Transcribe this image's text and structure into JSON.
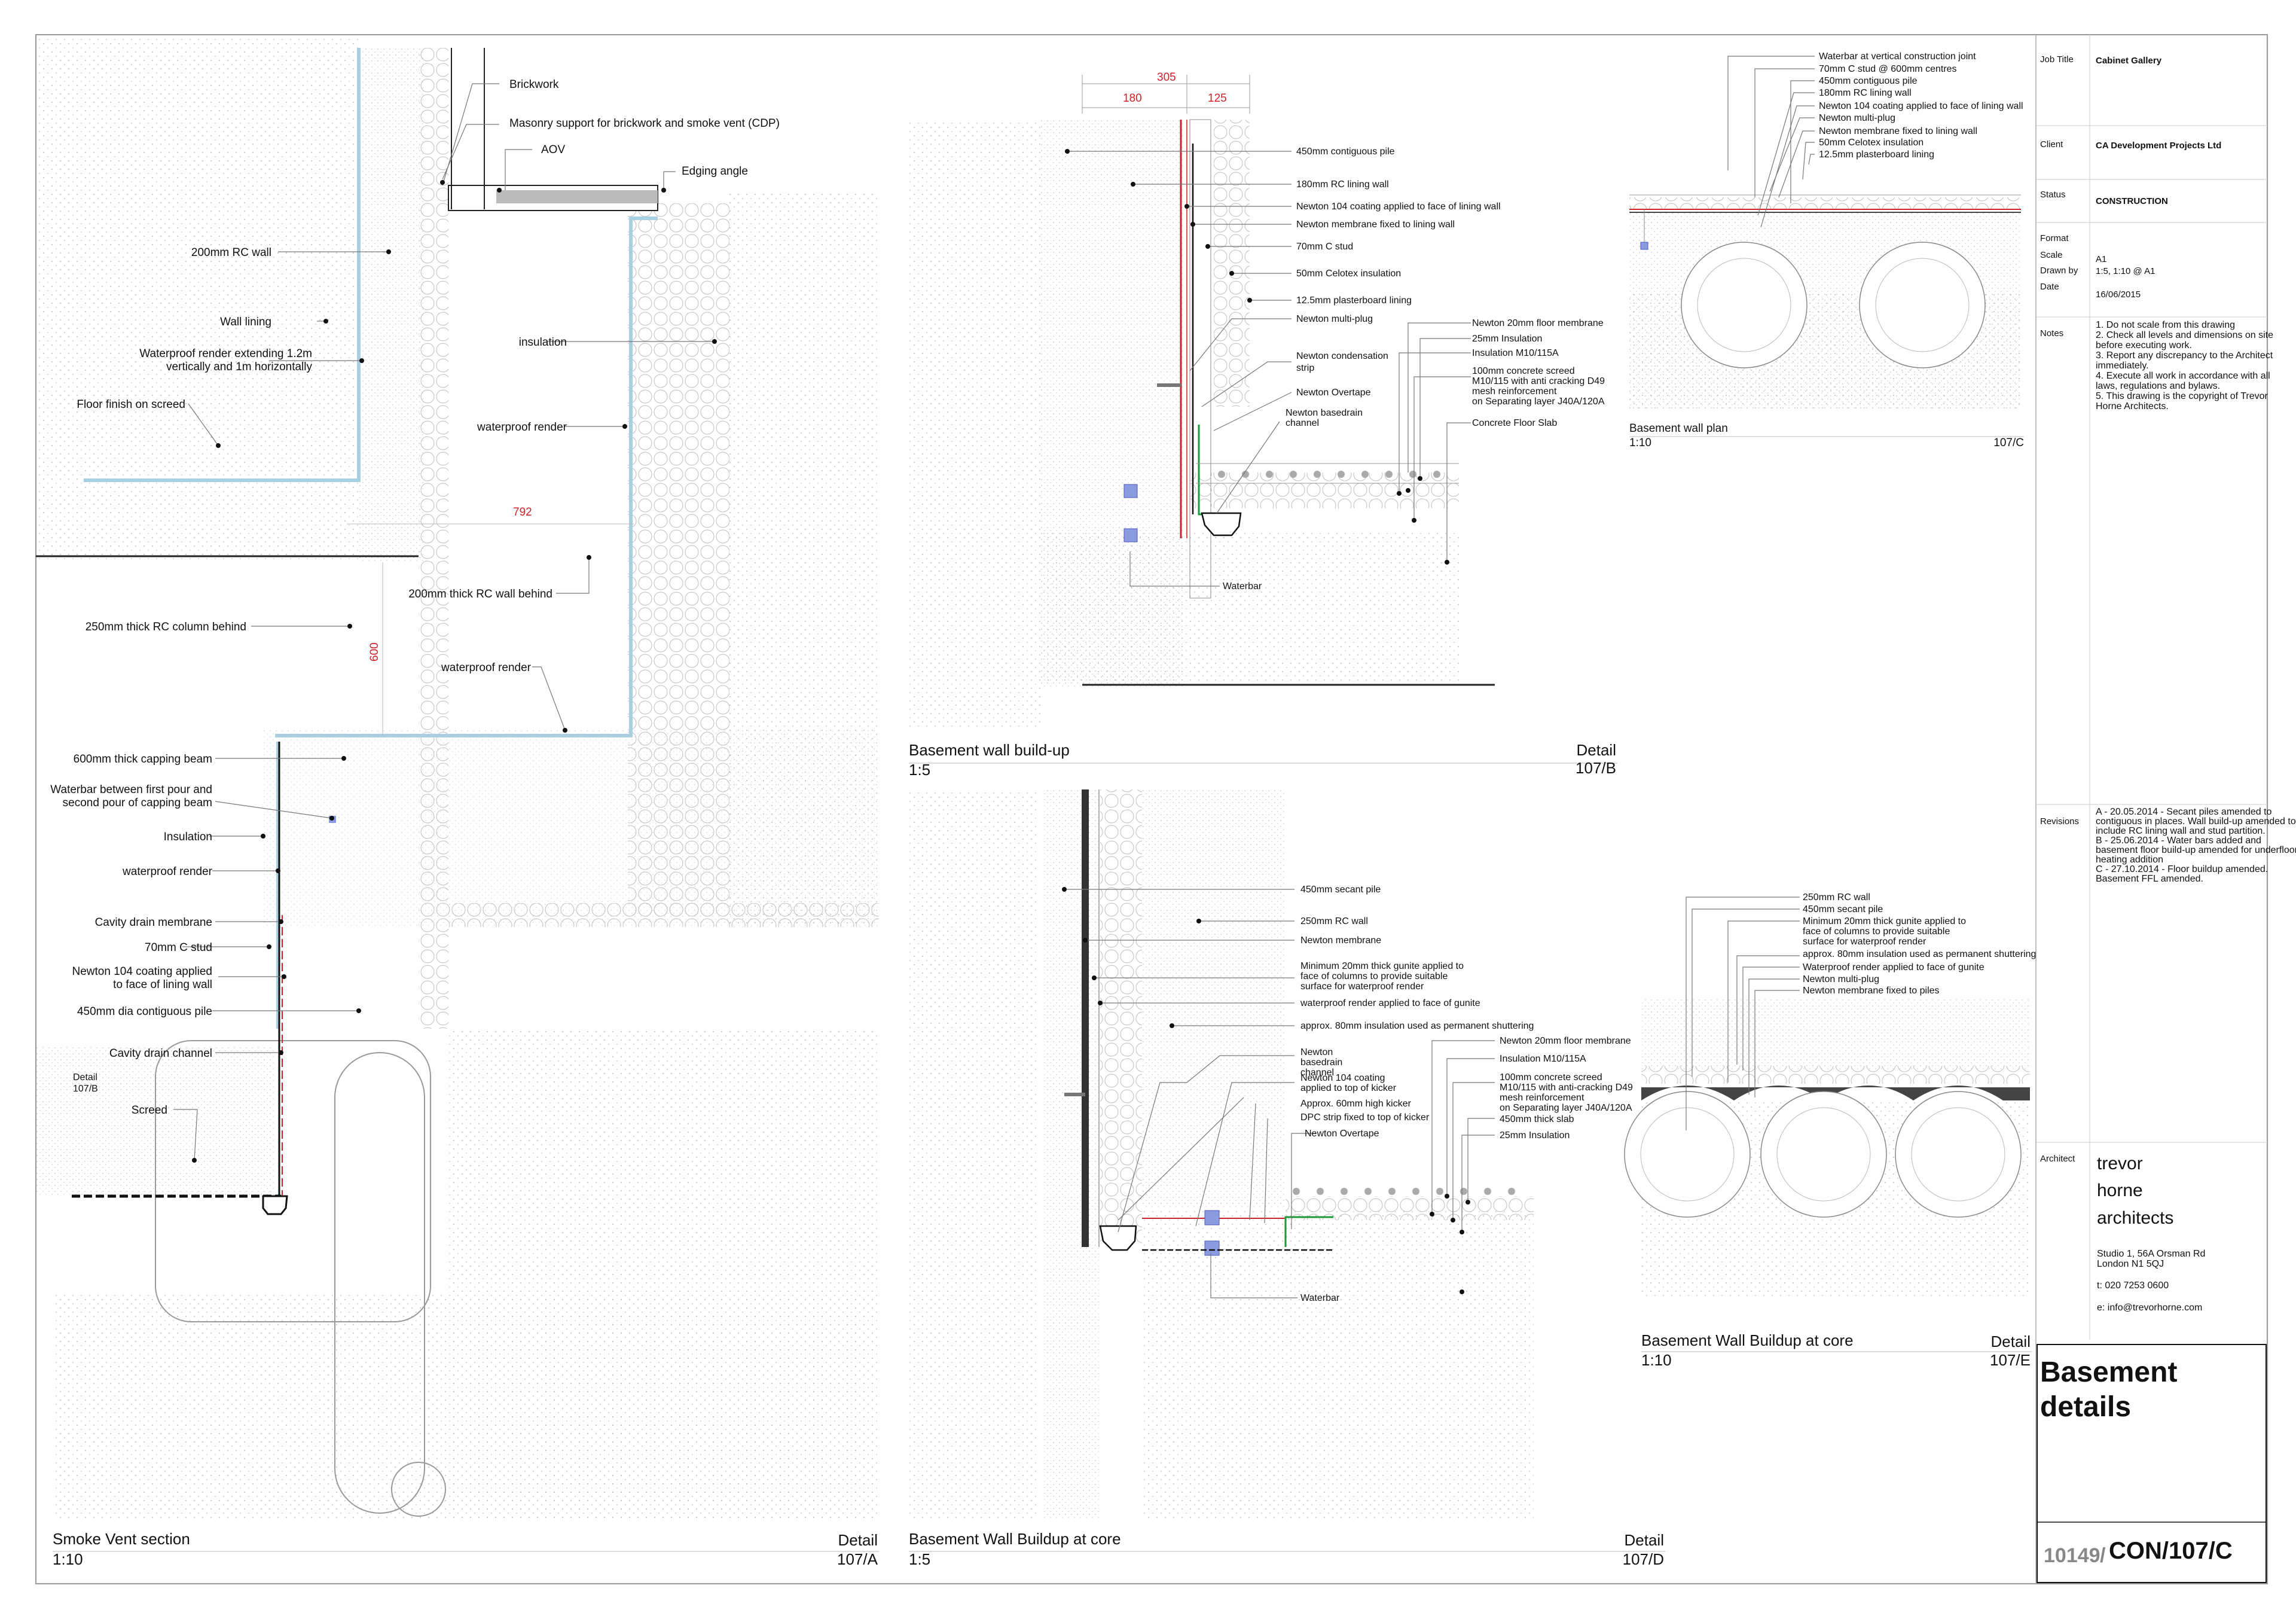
{
  "title_block": {
    "job_title_label": "Job Title",
    "job_title": "Cabinet Gallery",
    "client_label": "Client",
    "client": "CA Development Projects Ltd",
    "status_label": "Status",
    "status": "CONSTRUCTION",
    "format_label": "Format",
    "format": "A1",
    "scale_label": "Scale",
    "scale": "1:5, 1:10 @ A1",
    "drawn_by_label": "Drawn by",
    "date_label": "Date",
    "date": "16/06/2015",
    "notes_label": "Notes",
    "notes": [
      "1. Do not scale from this drawing",
      "2. Check all levels and dimensions on site",
      "before executing work.",
      "3. Report any discrepancy to the Architect",
      "immediately.",
      "4. Execute all work in accordance with all",
      "laws, regulations and bylaws.",
      "5. This drawing is the copyright of Trevor",
      "Horne Architects."
    ],
    "revisions_label": "Revisions",
    "revisions": [
      "A - 20.05.2014 - Secant piles amended to",
      "contiguous in places. Wall build-up amended to",
      "include RC lining wall and stud partition.",
      "B - 25.06.2014 - Water bars added and",
      "basement floor build-up amended for underfloor",
      "heating addition",
      "C - 27.10.2014 - Floor buildup amended.",
      "Basement FFL amended."
    ],
    "architect_label": "Architect",
    "architect_lines": [
      "trevor",
      "horne",
      "architects"
    ],
    "address": [
      "Studio 1, 56A Orsman Rd",
      "London  N1 5QJ"
    ],
    "tel": "t: 020 7253 0600",
    "email": "e: info@trevorhorne.com",
    "drawing_title": [
      "Basement",
      "details"
    ],
    "job_number": "10149",
    "drawing_number_sep": "/",
    "drawing_number": "CON/107/C"
  },
  "details": {
    "a": {
      "title": "Smoke Vent section",
      "scale": "1:10",
      "ref_label": "Detail",
      "ref": "107/A",
      "dims": [
        "792",
        "600"
      ],
      "labels": [
        "Brickwork",
        "Masonry support for brickwork and smoke vent (CDP)",
        "AOV",
        "Edging angle",
        "200mm RC wall",
        "Wall lining",
        "Waterproof render extending 1.2m",
        "vertically and 1m horizontally",
        "Floor finish on screed",
        "insulation",
        "waterproof render",
        "200mm thick RC wall behind",
        "250mm thick RC column behind",
        "waterproof render",
        "600mm thick capping beam",
        "Waterbar between first pour and",
        "second pour of capping beam",
        "Insulation",
        "waterproof render",
        "Cavity drain membrane",
        "70mm C stud",
        "Newton 104 coating applied",
        "to face of lining wall",
        "450mm dia contiguous pile",
        "Cavity drain channel",
        "Detail",
        "107/B",
        "Screed"
      ]
    },
    "b": {
      "title": "Basement wall build-up",
      "scale": "1:5",
      "ref_label": "Detail",
      "ref": "107/B",
      "dims": [
        "305",
        "180",
        "125"
      ],
      "labels": [
        "450mm contiguous pile",
        "180mm RC lining wall",
        "Newton 104 coating applied to face of lining wall",
        "Newton membrane fixed to lining wall",
        "70mm C stud",
        "50mm Celotex insulation",
        "12.5mm plasterboard lining",
        "Newton multi-plug",
        "Newton condensation",
        "strip",
        "Newton  Overtape",
        "Newton basedrain",
        "channel",
        "Newton 20mm floor membrane",
        "25mm Insulation",
        "Insulation M10/115A",
        "100mm concrete screed",
        "M10/115 with anti cracking D49",
        "mesh reinforcement",
        "on Separating layer J40A/120A",
        "Concrete Floor Slab",
        "Waterbar"
      ]
    },
    "c": {
      "title": "Basement wall plan",
      "scale": "1:10",
      "ref": "107/C",
      "labels": [
        "Waterbar at vertical construction joint",
        "70mm C stud @ 600mm centres",
        "450mm contiguous pile",
        "180mm RC lining wall",
        "Newton 104 coating applied to face of lining wall",
        "Newton multi-plug",
        "Newton membrane fixed to lining wall",
        "50mm Celotex insulation",
        "12.5mm plasterboard lining"
      ]
    },
    "d": {
      "title": "Basement Wall Buildup at core",
      "scale": "1:5",
      "ref_label": "Detail",
      "ref": "107/D",
      "labels": [
        "450mm secant pile",
        "250mm RC wall",
        "Newton membrane",
        "Minimum 20mm thick gunite applied to",
        "face of columns to provide suitable",
        "surface for waterproof render",
        "waterproof render applied to face of gunite",
        "approx. 80mm insulation used as permanent shuttering",
        "Newton",
        "basedrain",
        "channel",
        "Newton 20mm floor membrane",
        "Insulation M10/115A",
        "Newton 104 coating",
        "applied to top of kicker",
        "Approx. 60mm high kicker",
        "DPC strip fixed to top of kicker",
        "Newton  Overtape",
        "100mm concrete screed",
        "M10/115 with anti-cracking D49",
        "mesh reinforcement",
        "on Separating layer J40A/120A",
        "450mm thick slab",
        "25mm Insulation",
        "Waterbar"
      ]
    },
    "e": {
      "title": "Basement Wall Buildup at core",
      "scale": "1:10",
      "ref_label": "Detail",
      "ref": "107/E",
      "labels": [
        "250mm RC wall",
        "450mm secant pile",
        "Minimum 20mm thick gunite applied to",
        "face of columns to provide suitable",
        "surface for waterproof render",
        "approx. 80mm insulation used as permanent shuttering",
        "Waterproof render applied to face of gunite",
        "Newton multi-plug",
        "Newton membrane fixed to piles"
      ]
    }
  }
}
